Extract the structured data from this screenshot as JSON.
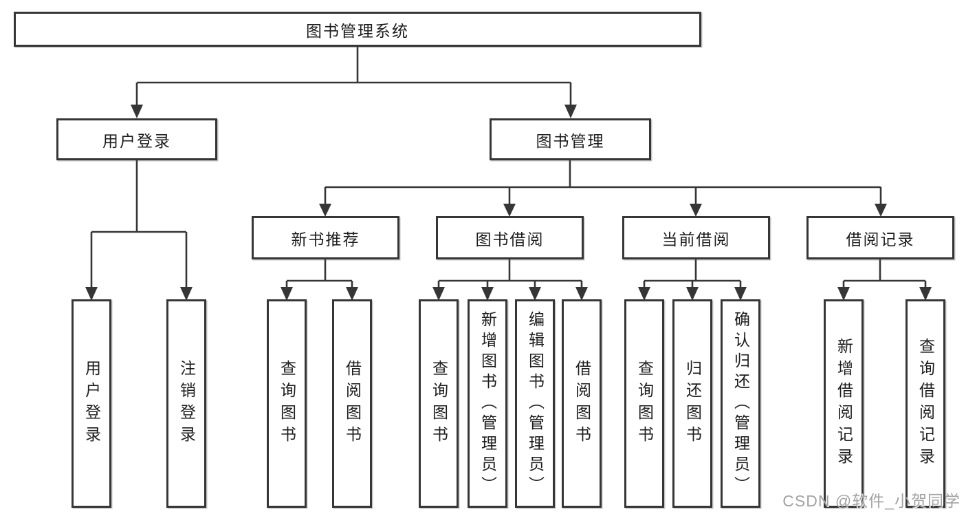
{
  "diagram": {
    "title_node": "图书管理系统",
    "tree": {
      "root": {
        "label": "图书管理系统"
      },
      "branches": [
        {
          "label": "用户登录",
          "children": [
            {
              "label": "用户登录"
            },
            {
              "label": "注销登录"
            }
          ]
        },
        {
          "label": "图书管理",
          "children": [
            {
              "label": "新书推荐",
              "children": [
                {
                  "label": "查询图书"
                },
                {
                  "label": "借阅图书"
                }
              ]
            },
            {
              "label": "图书借阅",
              "children": [
                {
                  "label": "查询图书"
                },
                {
                  "label": "新增图书（管理员）"
                },
                {
                  "label": "编辑图书（管理员）"
                },
                {
                  "label": "借阅图书"
                }
              ]
            },
            {
              "label": "当前借阅",
              "children": [
                {
                  "label": "查询图书"
                },
                {
                  "label": "归还图书"
                },
                {
                  "label": "确认归还（管理员）"
                }
              ]
            },
            {
              "label": "借阅记录",
              "children": [
                {
                  "label": "新增借阅记录"
                },
                {
                  "label": "查询借阅记录"
                }
              ]
            }
          ]
        }
      ]
    },
    "colors": {
      "line": "#363636",
      "border": "#363636",
      "text": "#1d1d1d",
      "watermark": "#a3a3a3",
      "background": "#ffffff"
    }
  },
  "watermark": {
    "text": "CSDN @软件_小贺同学"
  }
}
